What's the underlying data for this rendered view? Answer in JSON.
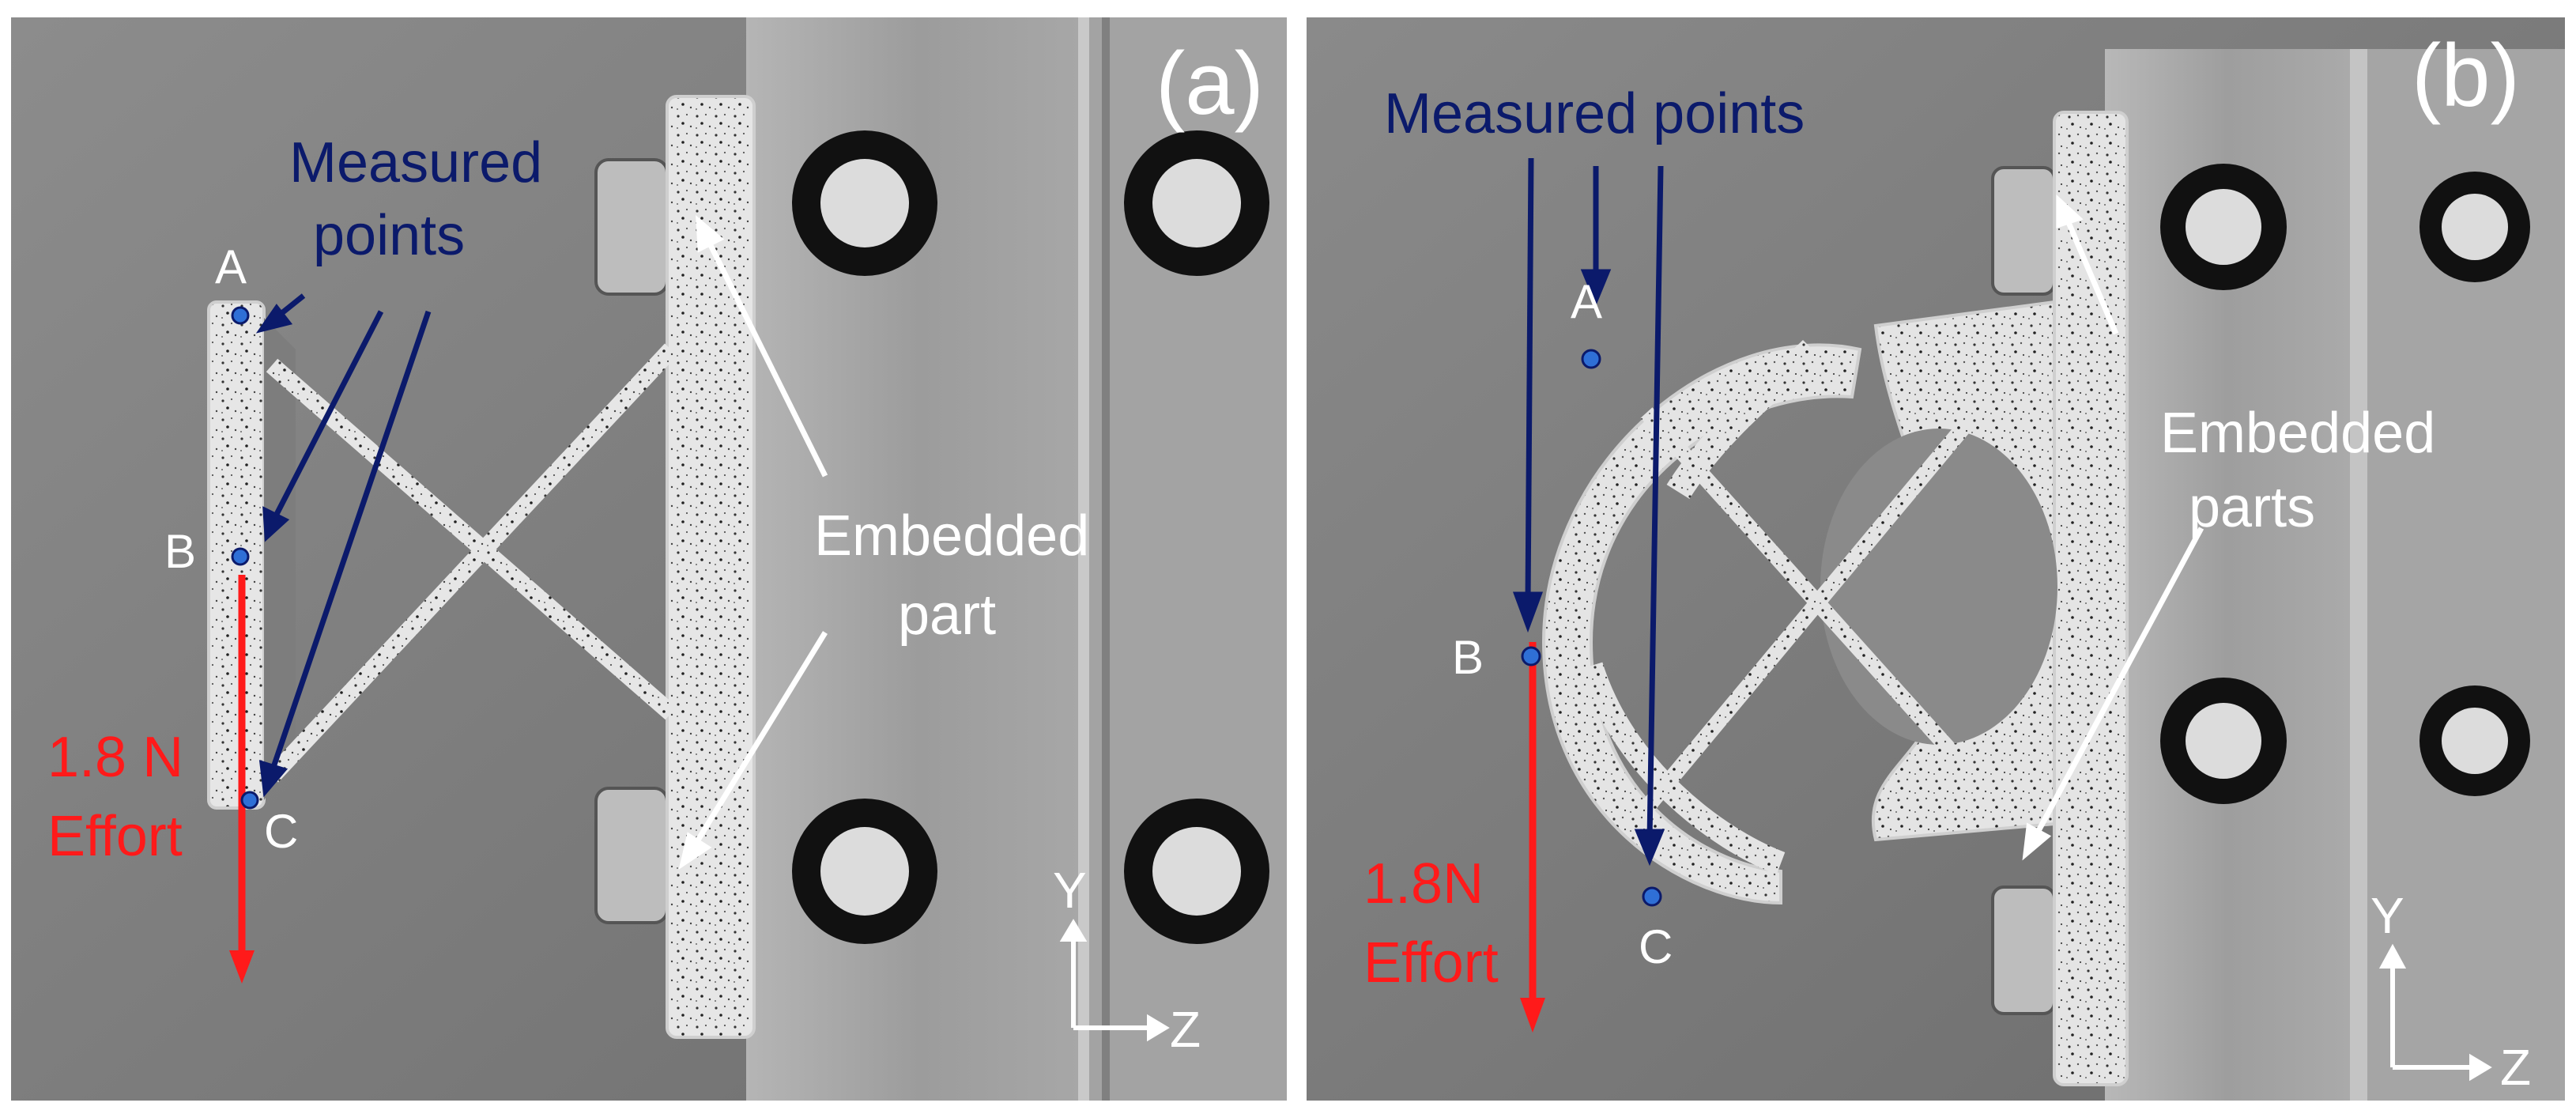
{
  "panel_a": {
    "label": "(a)",
    "measured_points": [
      "Measured",
      "points"
    ],
    "points": [
      "A",
      "B",
      "C"
    ],
    "embedded": [
      "Embedded",
      "part"
    ],
    "effort": [
      "1.8 N",
      "Effort"
    ],
    "axis_y": "Y",
    "axis_z": "Z"
  },
  "panel_b": {
    "label": "(b)",
    "measured_points": "Measured points",
    "points": [
      "A",
      "B",
      "C"
    ],
    "embedded": [
      "Embedded",
      "parts"
    ],
    "effort": [
      "1.8N",
      "Effort"
    ],
    "axis_y": "Y",
    "axis_z": "Z"
  },
  "colors": {
    "annotation_navy": "#0b1a6b",
    "effort_red": "#ff1a1a",
    "point_blue": "#2f6fd6"
  }
}
